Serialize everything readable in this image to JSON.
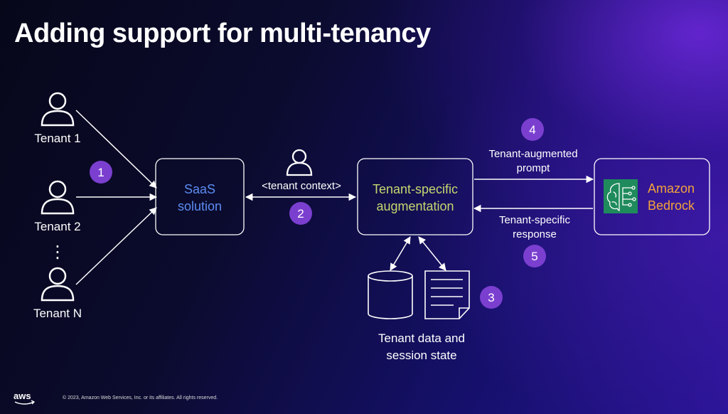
{
  "title": "Adding support for multi-tenancy",
  "tenants": [
    {
      "label": "Tenant 1"
    },
    {
      "label": "Tenant 2"
    },
    {
      "label": "Tenant N"
    }
  ],
  "ellipsis": "⋮",
  "nodes": {
    "saas": {
      "line1": "SaaS",
      "line2": "solution",
      "color": "#5b8df2"
    },
    "augmentation": {
      "line1": "Tenant-specific",
      "line2": "augmentation",
      "color": "#c6d76e"
    },
    "bedrock": {
      "line1": "Amazon",
      "line2": "Bedrock",
      "color": "#f3a33a",
      "icon": "brain-icon",
      "icon_color": "#1f8a5c"
    }
  },
  "edges": {
    "tenant_context": "<tenant context>",
    "prompt_line1": "Tenant-augmented",
    "prompt_line2": "prompt",
    "response_line1": "Tenant-specific",
    "response_line2": "response"
  },
  "storage": {
    "line1": "Tenant data and",
    "line2": "session state"
  },
  "steps": [
    "1",
    "2",
    "3",
    "4",
    "5"
  ],
  "step_color": "#7b3fd0",
  "footer": "© 2023, Amazon Web Services, Inc. or its affiliates. All rights reserved.",
  "logo": "aws"
}
